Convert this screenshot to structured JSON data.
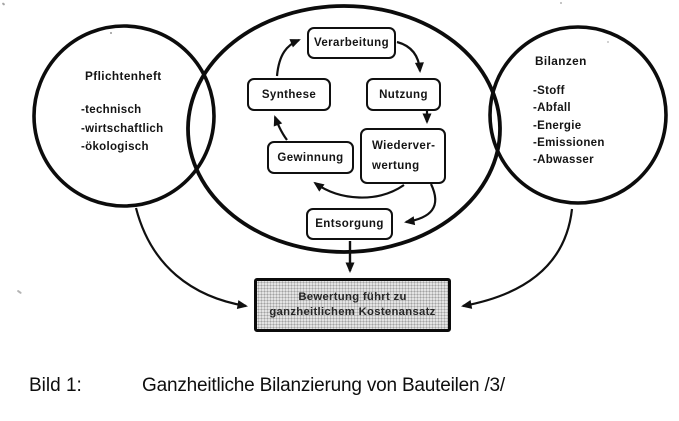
{
  "figure": {
    "left_circle": {
      "title": "Pflichtenheft",
      "items": [
        "-technisch",
        "-wirtschaftlich",
        "-ökologisch"
      ]
    },
    "right_circle": {
      "title": "Bilanzen",
      "items": [
        "-Stoff",
        "-Abfall",
        "-Energie",
        "-Emissionen",
        "-Abwasser"
      ]
    },
    "cycle_boxes": {
      "verarbeitung": "Verarbeitung",
      "synthese": "Synthese",
      "nutzung": "Nutzung",
      "gewinnung": "Gewinnung",
      "wiederverwertung": {
        "line1": "Wiederver-",
        "line2": "wertung"
      },
      "entsorgung": "Entsorgung"
    },
    "result_box": {
      "line1": "Bewertung führt zu",
      "line2": "ganzheitlichem Kostenansatz"
    }
  },
  "caption": {
    "label": "Bild 1:",
    "text": "Ganzheitliche Bilanzierung von Bauteilen /3/"
  },
  "colors": {
    "ink": "#101010",
    "paper": "#ffffff",
    "result_box_fill": "#e3e3e3"
  }
}
